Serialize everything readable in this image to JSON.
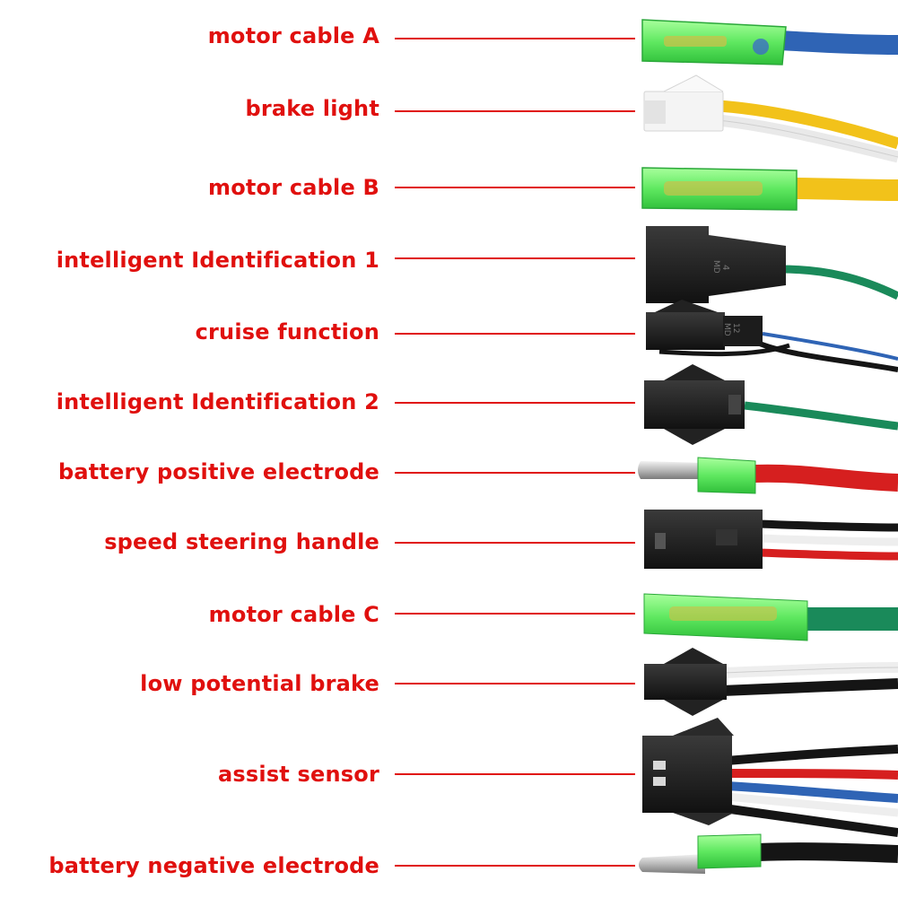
{
  "labels": {
    "motor_cable_a": "motor cable A",
    "brake_light": "brake light",
    "motor_cable_b": "motor cable B",
    "intelligent_id_1": "intelligent Identification 1",
    "cruise_function": "cruise function",
    "intelligent_id_2": "intelligent Identification 2",
    "battery_positive": "battery positive electrode",
    "speed_steering": "speed steering handle",
    "motor_cable_c": "motor cable C",
    "low_potential_brake": "low potential brake",
    "assist_sensor": "assist sensor",
    "battery_negative": "battery negative electrode"
  },
  "connector_markings": {
    "intelligent_id_1": "4\nMD",
    "cruise_function": "12\nMD"
  },
  "colors": {
    "label_red": "#e0100e",
    "wire_blue": "#2f64b5",
    "wire_yellow": "#f2c21a",
    "wire_white": "#f4f4f4",
    "wire_green": "#1a8a5a",
    "wire_black": "#151515",
    "wire_red": "#d61f1f",
    "sleeve_green": "#6ff06a"
  }
}
